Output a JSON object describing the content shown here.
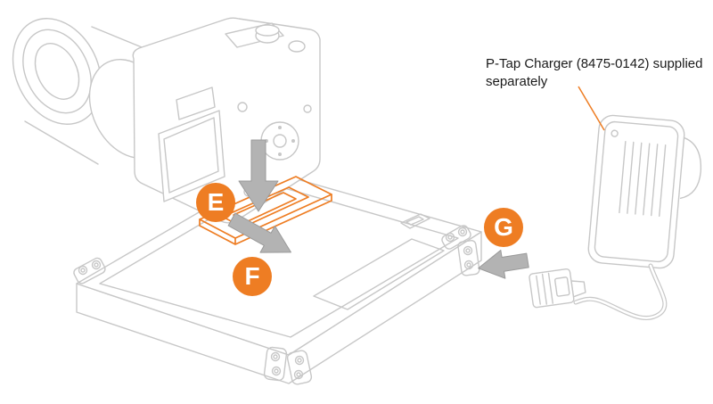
{
  "diagram": {
    "steps": [
      {
        "label": "E"
      },
      {
        "label": "F"
      },
      {
        "label": "G"
      }
    ],
    "note": {
      "text": "P-Tap Charger (8475-0142) supplied separately"
    },
    "colors": {
      "accent_orange": "#EE7D23",
      "sketch_gray": "#C7C7C7",
      "arrow_gray": "#B3B3B3"
    },
    "illustration_parts": [
      "camera",
      "battery-base-plate",
      "dovetail-mount",
      "p-tap-charger",
      "d-tap-connector",
      "charger-cable"
    ]
  }
}
